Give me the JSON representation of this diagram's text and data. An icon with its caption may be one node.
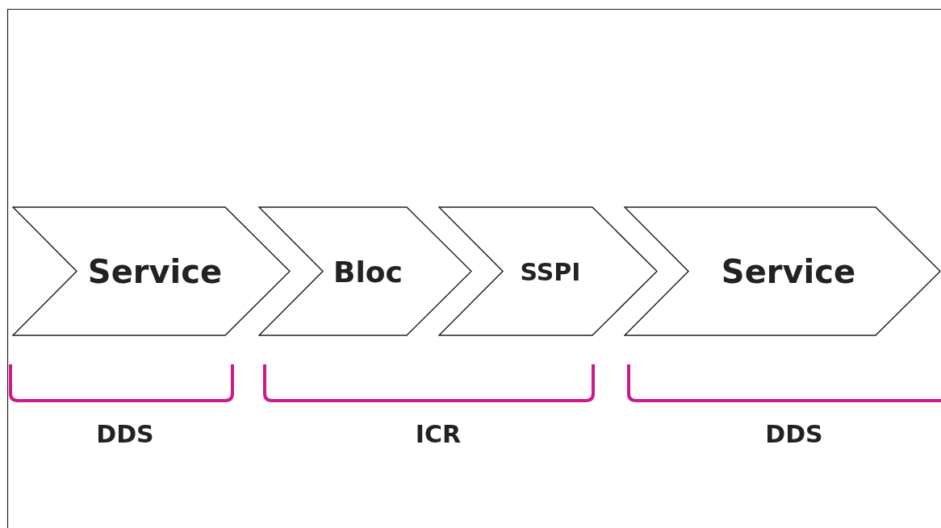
{
  "diagram": {
    "nodes": [
      {
        "text": [
          "Service"
        ]
      },
      {
        "text": [
          "Bloc"
        ]
      },
      {
        "text": [
          "SSPI"
        ]
      },
      {
        "text": [
          "Service"
        ]
      }
    ],
    "edges": [],
    "labels": [
      "DDS",
      "ICR",
      "DDS"
    ]
  }
}
